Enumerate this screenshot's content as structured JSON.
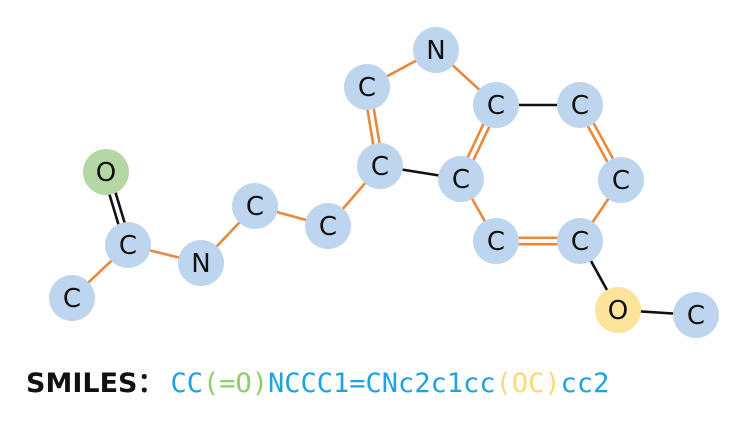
{
  "molecule": {
    "colors": {
      "carbon": "#bdd5ee",
      "nitrogen": "#bdd5ee",
      "oxygen_carbonyl": "#b5d7a3",
      "oxygen_ether": "#fde49a",
      "bond": "#e8893c",
      "bond_carbon": "#111111"
    },
    "atoms": [
      {
        "id": "c_me1",
        "label": "C"
      },
      {
        "id": "c_acyl",
        "label": "C"
      },
      {
        "id": "o_acyl",
        "label": "O"
      },
      {
        "id": "n_amide",
        "label": "N"
      },
      {
        "id": "c_ch2a",
        "label": "C"
      },
      {
        "id": "c_ch2b",
        "label": "C"
      },
      {
        "id": "c3",
        "label": "C"
      },
      {
        "id": "c2",
        "label": "C"
      },
      {
        "id": "n1",
        "label": "N"
      },
      {
        "id": "c7a",
        "label": "C"
      },
      {
        "id": "c3a",
        "label": "C"
      },
      {
        "id": "c7",
        "label": "C"
      },
      {
        "id": "c6",
        "label": "C"
      },
      {
        "id": "c5",
        "label": "C"
      },
      {
        "id": "c4",
        "label": "C"
      },
      {
        "id": "o_ether",
        "label": "O"
      },
      {
        "id": "c_me2",
        "label": "C"
      }
    ]
  },
  "smiles": {
    "label": "SMILES：",
    "tokens": [
      {
        "text": "CC",
        "color": "#1ca3e0"
      },
      {
        "text": "(=O)",
        "color": "#8fcd6a"
      },
      {
        "text": "NCCC1=CNc2c1cc",
        "color": "#1ca3e0"
      },
      {
        "text": "(OC)",
        "color": "#fbd977"
      },
      {
        "text": "cc2",
        "color": "#1ca3e0"
      }
    ]
  }
}
